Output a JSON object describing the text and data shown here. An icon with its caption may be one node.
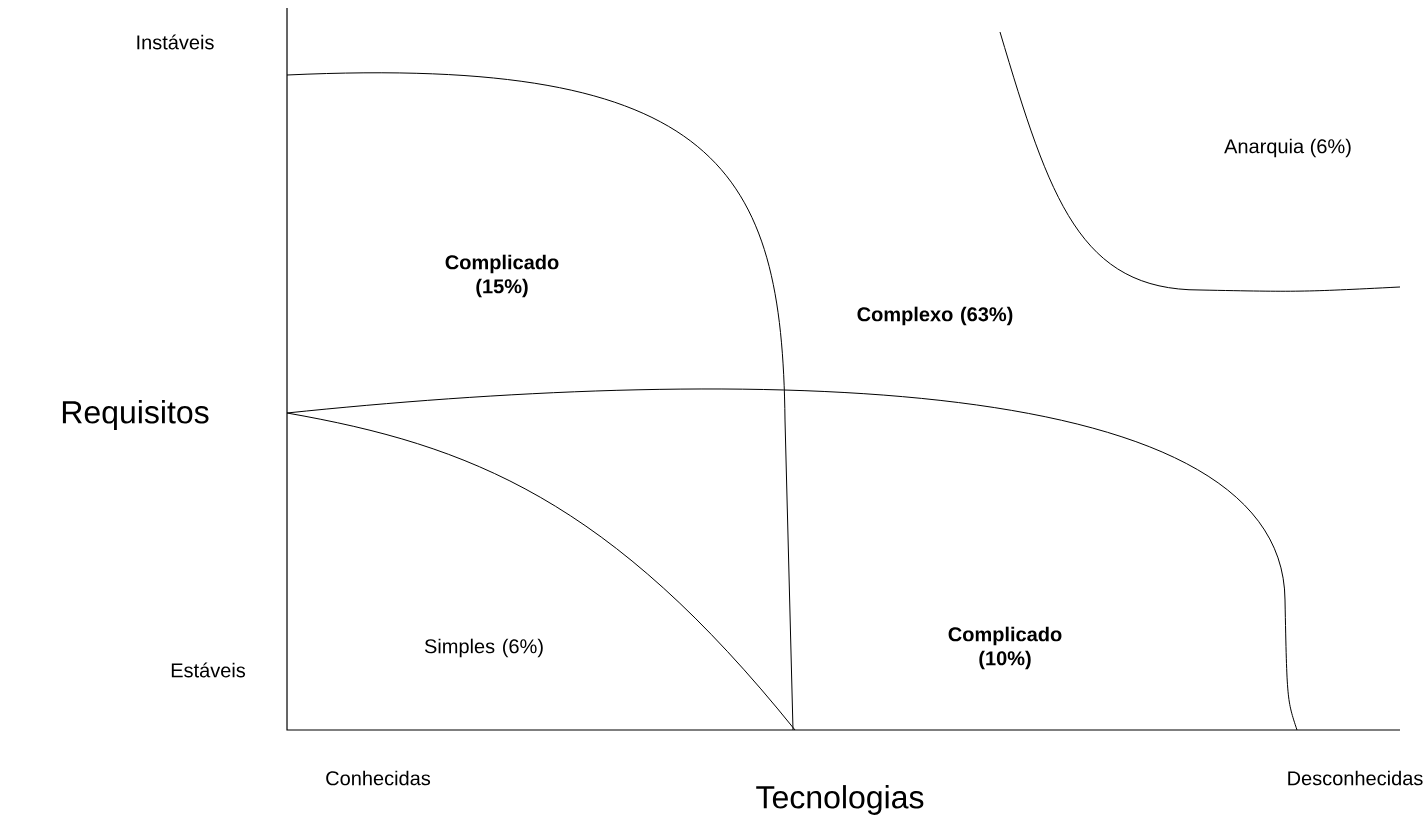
{
  "diagram": {
    "labels": [
      "Instáveis",
      "Anarquia (6%)",
      "Complicado (15%)",
      "Complexo (63%)",
      "Requisitos",
      "Simples (6%)",
      "Estáveis",
      "Complicado (10%)",
      "Conhecidas",
      "Tecnologias",
      "Desconhecidas"
    ]
  }
}
